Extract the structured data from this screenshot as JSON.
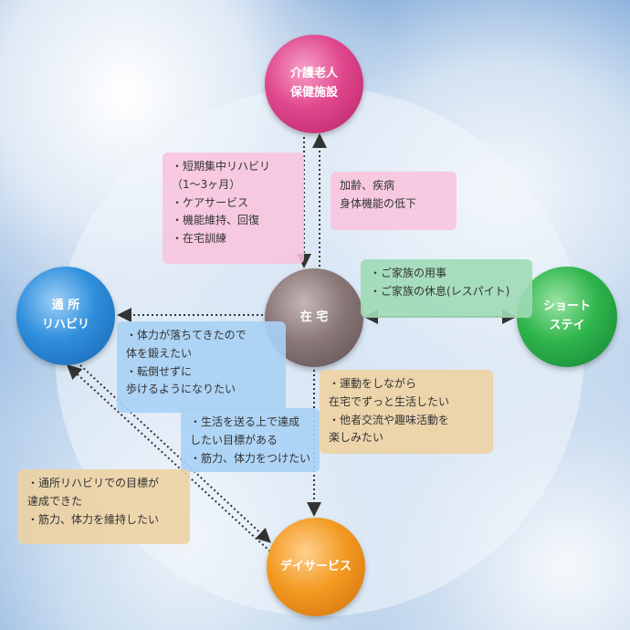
{
  "nodes": {
    "top": "介護老人\n保健施設",
    "center": "在 宅",
    "left": "通 所\nリハビリ",
    "right": "ショート\nステイ",
    "bottom": "デイサービス"
  },
  "boxes": {
    "rehab_short": [
      "・短期集中リハビリ\n（1～3ヶ月）",
      "・ケアサービス",
      "・機能維持、回復",
      "・在宅訓練"
    ],
    "aging": [
      "加齢、疾病",
      "身体機能の低下"
    ],
    "family": [
      "・ご家族の用事",
      "・ご家族の休息(レスパイト)"
    ],
    "strength": [
      "・体力が落ちてきたので\n体を鍛えたい",
      "・転倒せずに\n歩けるようになりたい"
    ],
    "exercise": [
      "・運動をしながら\n在宅でずっと生活したい",
      "・他者交流や趣味活動を\n楽しみたい"
    ],
    "goals": [
      "・生活を送る上で達成\nしたい目標がある",
      "・筋力、体力をつけたい"
    ],
    "achieved": [
      "・通所リハビリでの目標が\n達成できた",
      "・筋力、体力を維持したい"
    ]
  }
}
